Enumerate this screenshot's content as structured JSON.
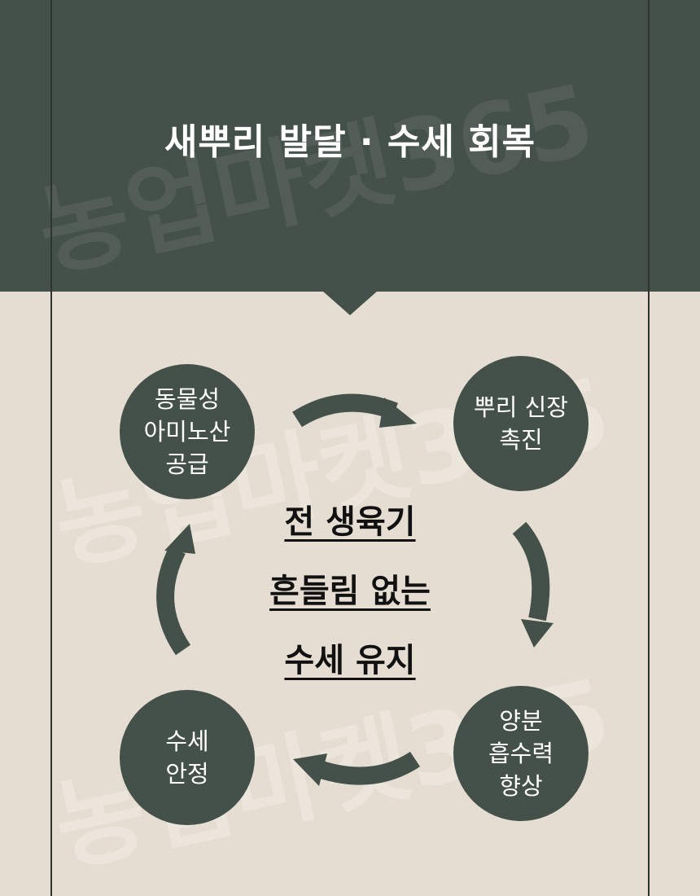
{
  "header": {
    "title": "새뿌리 발달 · 수세 회복"
  },
  "watermark": "농업마켓365",
  "cycle": {
    "steps": [
      {
        "lines": [
          "동물성",
          "아미노산",
          "공급"
        ]
      },
      {
        "lines": [
          "뿌리 신장",
          "촉진"
        ]
      },
      {
        "lines": [
          "양분",
          "흡수력",
          "향상"
        ]
      },
      {
        "lines": [
          "수세",
          "안정"
        ]
      }
    ],
    "center_lines": [
      "전 생육기",
      "흔들림 없는",
      "수세 유지"
    ]
  },
  "colors": {
    "primary": "#44514a",
    "background": "#e5ddd1"
  }
}
